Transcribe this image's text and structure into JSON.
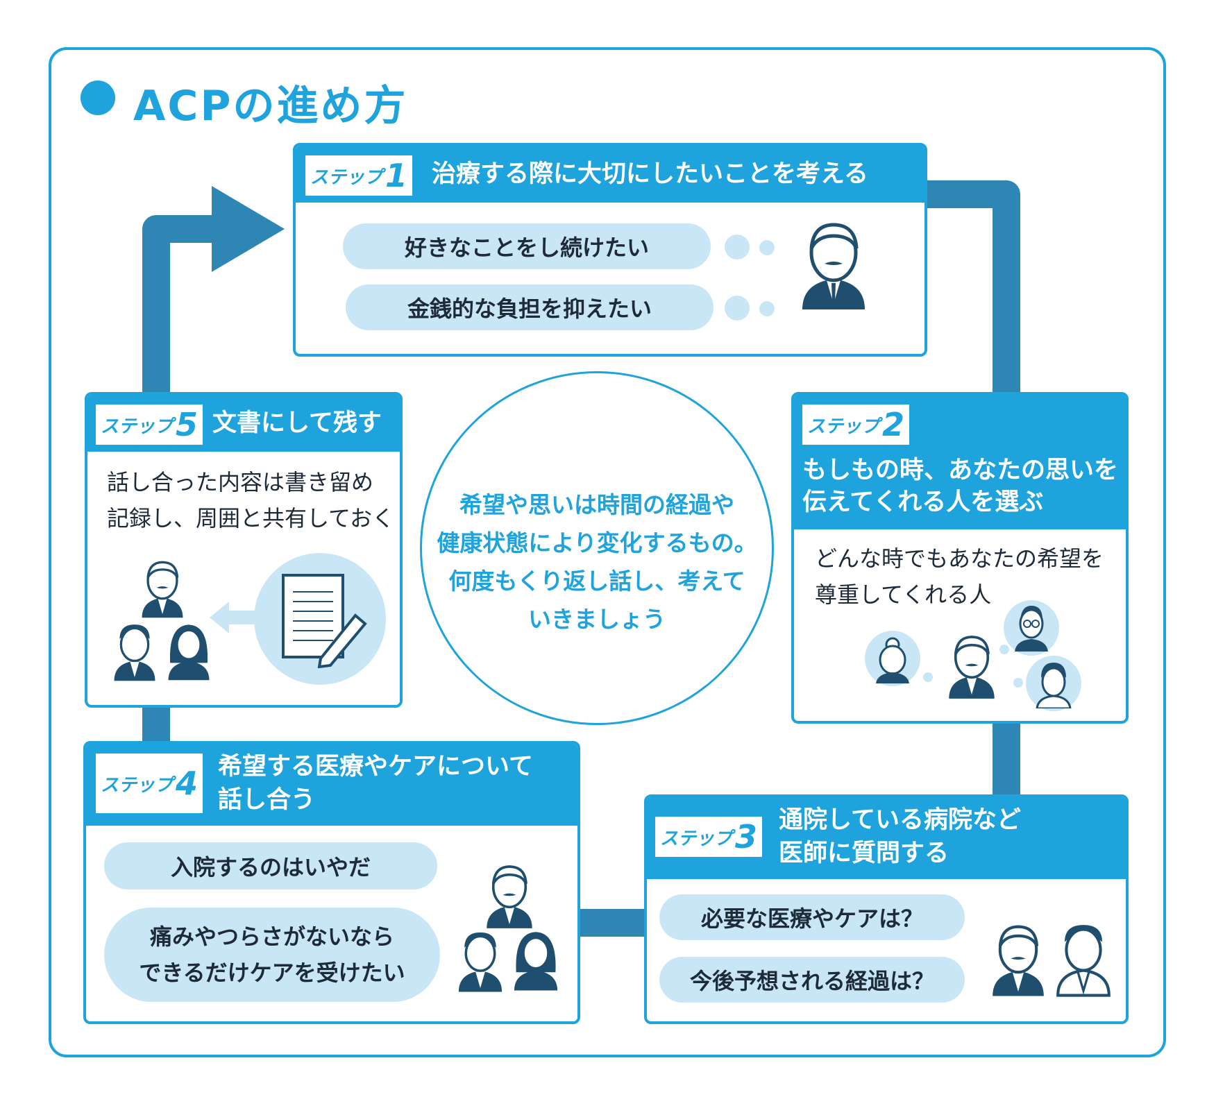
{
  "title": "ACPの進め方",
  "center_message": [
    "希望や思いは時間の経過や",
    "健康状態により変化するもの。",
    "何度もくり返し話し、考えて",
    "いきましょう"
  ],
  "steps": [
    {
      "label": "ステップ",
      "num": "1",
      "title_lines": [
        "治療する際に大切にしたいことを考える"
      ],
      "items": [
        "好きなことをし続けたい",
        "金銭的な負担を抑えたい"
      ]
    },
    {
      "label": "ステップ",
      "num": "2",
      "title_lines": [
        "もしもの時、あなたの思いを",
        "伝えてくれる人を選ぶ"
      ],
      "body_lines": [
        "どんな時でもあなたの希望を",
        "尊重してくれる人"
      ]
    },
    {
      "label": "ステップ",
      "num": "3",
      "title_lines": [
        "通院している病院など",
        "医師に質問する"
      ],
      "items": [
        "必要な医療やケアは？",
        "今後予想される経過は？"
      ]
    },
    {
      "label": "ステップ",
      "num": "4",
      "title_lines": [
        "希望する医療やケアについて",
        "話し合う"
      ],
      "items": [
        "入院するのはいやだ",
        "痛みやつらさがないなら",
        "できるだけケアを受けたい"
      ]
    },
    {
      "label": "ステップ",
      "num": "5",
      "title_lines": [
        "文書にして残す"
      ],
      "body_lines": [
        "話し合った内容は書き留め",
        "記録し、周囲と共有しておく"
      ]
    }
  ],
  "colors": {
    "accent": "#1ea3dc",
    "connector": "#2e86b5",
    "light": "#c9e6f7",
    "figure": "#1f4e6e"
  }
}
